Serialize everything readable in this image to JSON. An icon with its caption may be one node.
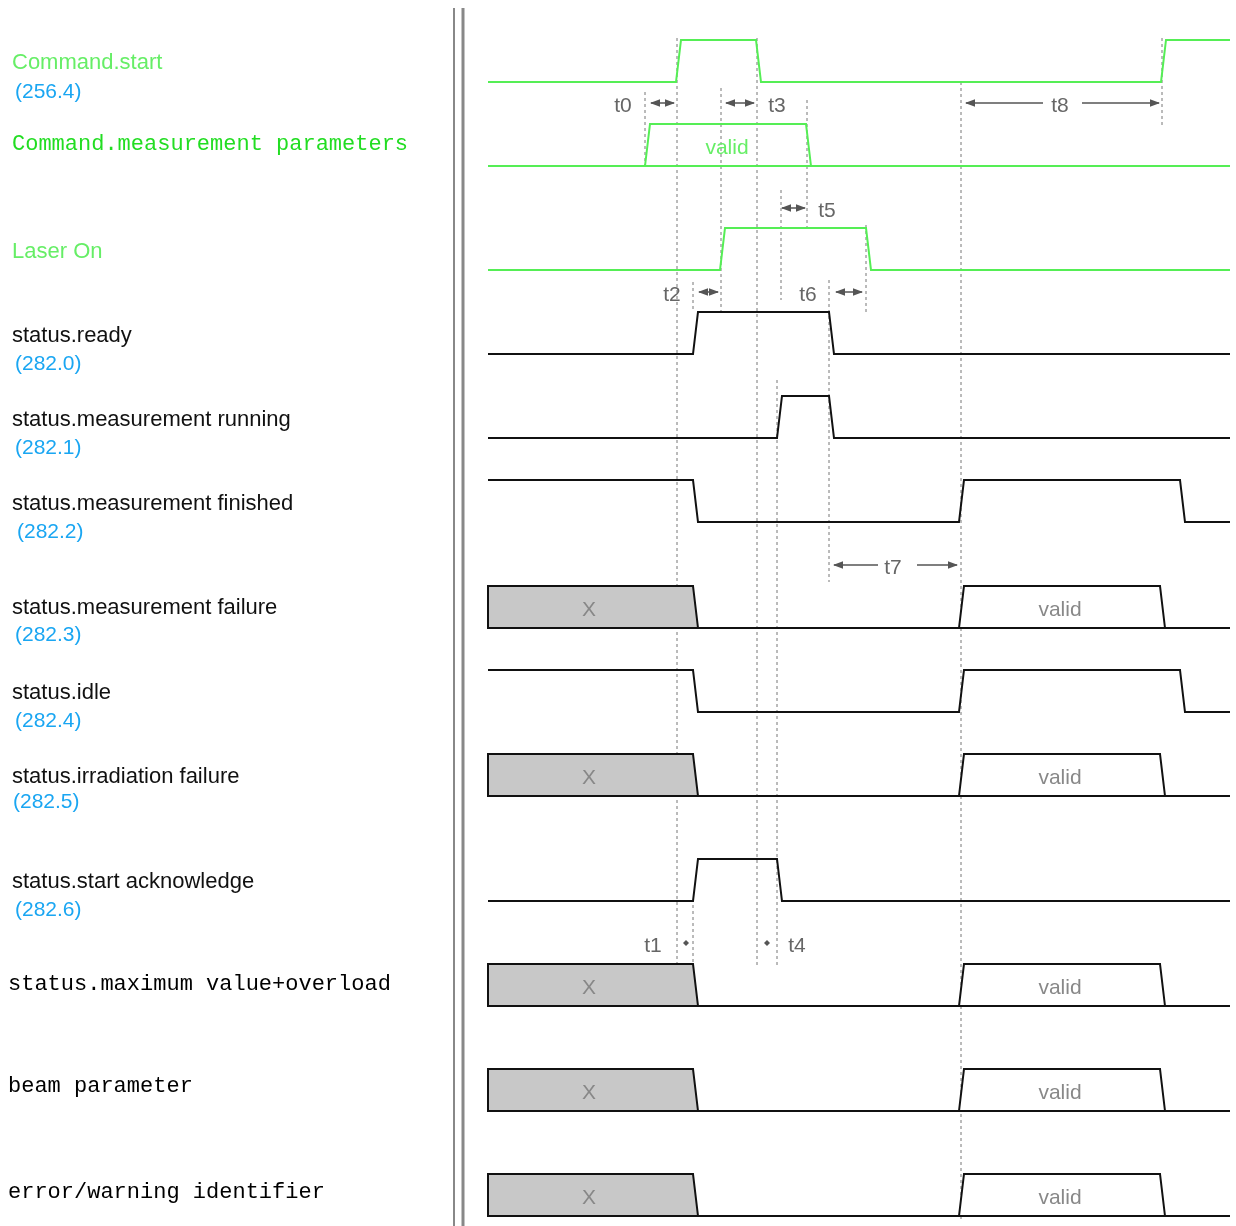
{
  "diagram": {
    "labels": [
      "Command.start",
      "(256.4)",
      "t0",
      "t3",
      "t8",
      "Command.measurement parameters",
      "valid",
      "t5",
      "Laser On",
      "t2",
      "t6",
      "status.ready",
      "(282.0)",
      "status.measurement running",
      "(282.1)",
      "status.measurement finished",
      "(282.2)",
      "t7",
      "status.measurement failure",
      "X",
      "valid",
      "(282.3)",
      "status.idle",
      "(282.4)",
      "status.irradiation failure",
      "X",
      "valid",
      "(282.5)",
      "status.start acknowledge",
      "(282.6)",
      "t1",
      "t4",
      "status.maximum value+overload",
      "X",
      "valid",
      "beam parameter",
      "X",
      "valid",
      "error/warning identifier",
      "X",
      "valid"
    ]
  }
}
